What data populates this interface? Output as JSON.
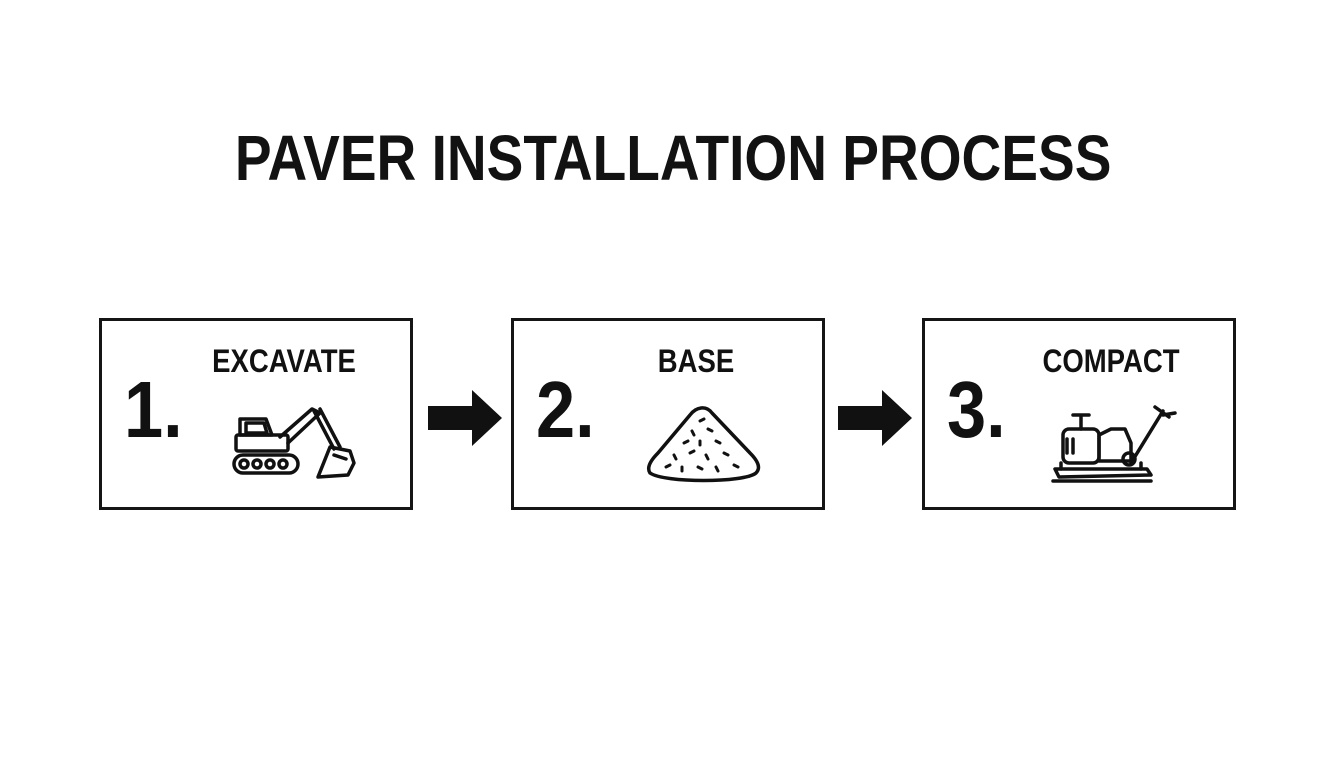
{
  "diagram": {
    "title": "PAVER INSTALLATION PROCESS",
    "steps": [
      {
        "number": "1.",
        "label": "EXCAVATE",
        "icon": "excavator-icon"
      },
      {
        "number": "2.",
        "label": "BASE",
        "icon": "gravel-pile-icon"
      },
      {
        "number": "3.",
        "label": "COMPACT",
        "icon": "plate-compactor-icon"
      }
    ],
    "connectors": [
      "arrow-right-icon",
      "arrow-right-icon"
    ],
    "colors": {
      "ink": "#111111",
      "background": "#ffffff"
    }
  }
}
